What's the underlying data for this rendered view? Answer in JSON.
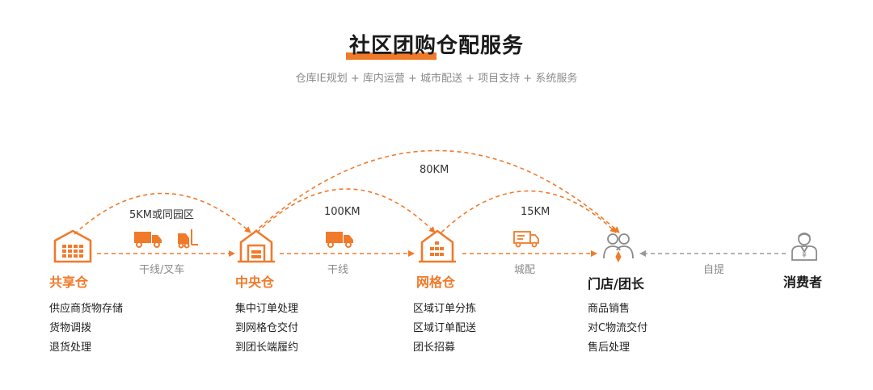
{
  "title": "社区团购仓配服务",
  "subtitle": "仓库IE规划 + 库内运营 + 城市配送 + 项目支持 + 系统服务",
  "colors": {
    "accent": "#f07a2a",
    "gray": "#8a8a8a"
  },
  "nodes": [
    {
      "name": "共享仓",
      "icon": "warehouse-shelves-icon",
      "items": [
        "供应商货物存储",
        "货物调拨",
        "退货处理"
      ]
    },
    {
      "name": "中央仓",
      "icon": "warehouse-door-icon",
      "items": [
        "集中订单处理",
        "到网格仓交付",
        "到团长端履约"
      ]
    },
    {
      "name": "网格仓",
      "icon": "grid-warehouse-icon",
      "items": [
        "区域订单分拣",
        "区域订单配送",
        "团长招募"
      ]
    },
    {
      "name": "门店/团长",
      "icon": "group-leader-icon",
      "items": [
        "商品销售",
        "对C物流交付",
        "售后处理"
      ]
    },
    {
      "name": "消费者",
      "icon": "consumer-icon",
      "items": []
    }
  ],
  "edges": [
    {
      "label": "干线/叉车"
    },
    {
      "label": "干线"
    },
    {
      "label": "城配"
    },
    {
      "label": "自提"
    }
  ],
  "arcs": [
    {
      "distance": "5KM或同园区"
    },
    {
      "distance": "100KM"
    },
    {
      "distance": "15KM"
    },
    {
      "distance": "80KM"
    }
  ]
}
